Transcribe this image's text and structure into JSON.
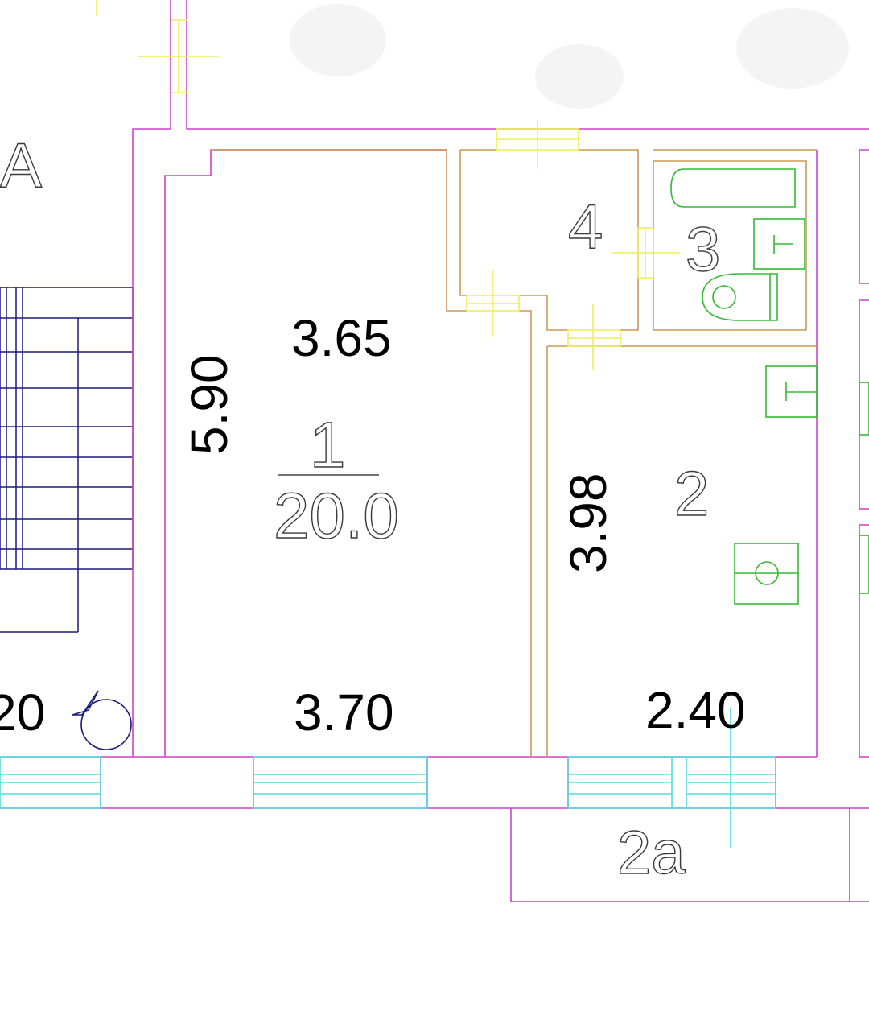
{
  "plan": {
    "axis_letter": "A",
    "room1": {
      "number": "1",
      "area": "20.0",
      "dim_top": "3.65",
      "dim_bottom": "3.70",
      "dim_side": "5.90"
    },
    "room2": {
      "number": "2",
      "dim_bottom": "2.40",
      "dim_side": "3.98"
    },
    "room2a": {
      "number": "2a"
    },
    "room3": {
      "number": "3"
    },
    "room4": {
      "number": "4"
    },
    "stair_dim_fragment": "20"
  },
  "colors": {
    "wall": "#cc44cc",
    "partition": "#cc9955",
    "door": "#eeee55",
    "window": "#55dddd",
    "fixture": "#33bb33",
    "stair": "#1a1a7a",
    "text": "#000000"
  }
}
